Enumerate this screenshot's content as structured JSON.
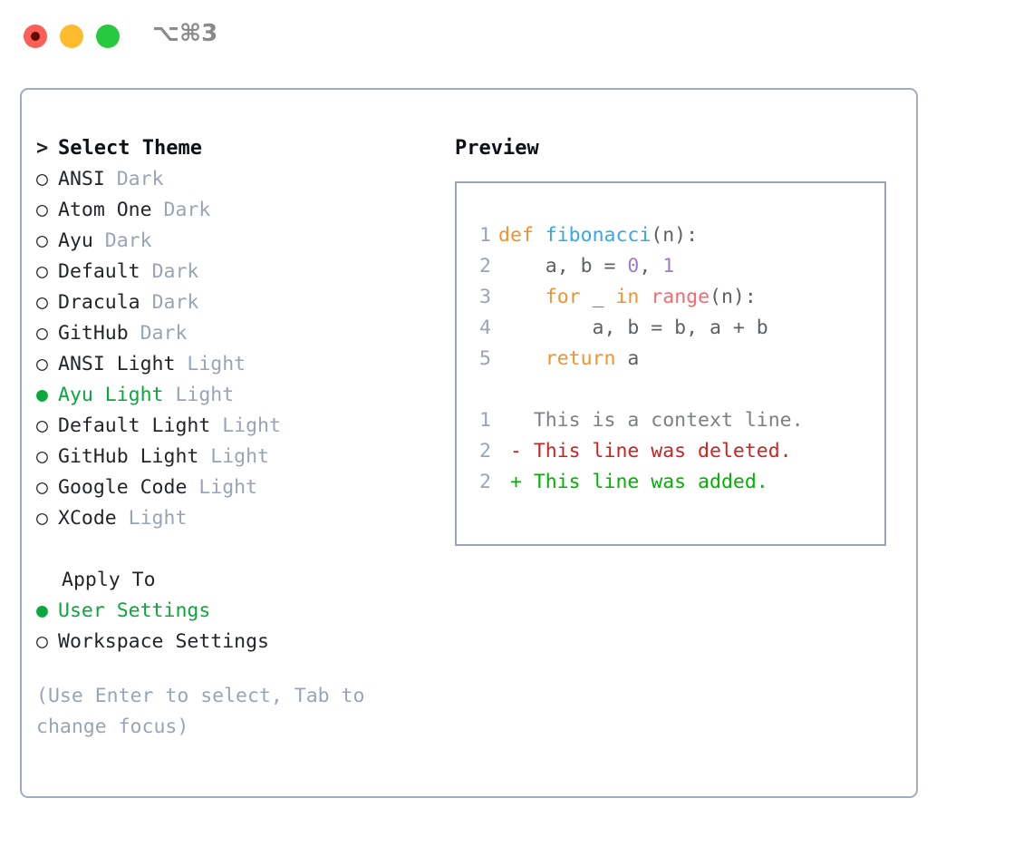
{
  "window": {
    "shortcut": "⌥⌘3",
    "traffic_lights": [
      {
        "name": "close",
        "color": "#fc5f57"
      },
      {
        "name": "minimize",
        "color": "#fdbc2e"
      },
      {
        "name": "maximize",
        "color": "#26c940"
      }
    ]
  },
  "theme_picker": {
    "header_prefix": ">",
    "header": "Select Theme",
    "unselected_marker": "○",
    "selected_marker": "●",
    "accent_color": "#0aa83c",
    "muted_color": "#9aa4b4",
    "items": [
      {
        "name": "ANSI",
        "mode": "Dark",
        "selected": false
      },
      {
        "name": "Atom One",
        "mode": "Dark",
        "selected": false
      },
      {
        "name": "Ayu",
        "mode": "Dark",
        "selected": false
      },
      {
        "name": "Default",
        "mode": "Dark",
        "selected": false
      },
      {
        "name": "Dracula",
        "mode": "Dark",
        "selected": false
      },
      {
        "name": "GitHub",
        "mode": "Dark",
        "selected": false
      },
      {
        "name": "ANSI Light",
        "mode": "Light",
        "selected": false
      },
      {
        "name": "Ayu Light",
        "mode": "Light",
        "selected": true
      },
      {
        "name": "Default Light",
        "mode": "Light",
        "selected": false
      },
      {
        "name": "GitHub Light",
        "mode": "Light",
        "selected": false
      },
      {
        "name": "Google Code",
        "mode": "Light",
        "selected": false
      },
      {
        "name": "XCode",
        "mode": "Light",
        "selected": false
      }
    ]
  },
  "apply_to": {
    "label": "Apply To",
    "options": [
      {
        "name": "User Settings",
        "selected": true
      },
      {
        "name": "Workspace Settings",
        "selected": false
      }
    ]
  },
  "hint": "(Use Enter to select, Tab to change focus)",
  "preview": {
    "title": "Preview",
    "code_lines": [
      {
        "num": "1",
        "tokens": [
          {
            "t": "def",
            "c": "kw"
          },
          {
            "t": " ",
            "c": ""
          },
          {
            "t": "fibonacci",
            "c": "fn"
          },
          {
            "t": "(n):",
            "c": ""
          }
        ]
      },
      {
        "num": "2",
        "tokens": [
          {
            "t": "    a, b = ",
            "c": ""
          },
          {
            "t": "0",
            "c": "num"
          },
          {
            "t": ", ",
            "c": ""
          },
          {
            "t": "1",
            "c": "num"
          }
        ]
      },
      {
        "num": "3",
        "tokens": [
          {
            "t": "    ",
            "c": ""
          },
          {
            "t": "for",
            "c": "kw"
          },
          {
            "t": " _ ",
            "c": ""
          },
          {
            "t": "in",
            "c": "kw"
          },
          {
            "t": " ",
            "c": ""
          },
          {
            "t": "range",
            "c": "blt"
          },
          {
            "t": "(n):",
            "c": ""
          }
        ]
      },
      {
        "num": "4",
        "tokens": [
          {
            "t": "        a, b = b, a + b",
            "c": ""
          }
        ]
      },
      {
        "num": "5",
        "tokens": [
          {
            "t": "    ",
            "c": ""
          },
          {
            "t": "return",
            "c": "kw"
          },
          {
            "t": " a",
            "c": ""
          }
        ]
      }
    ],
    "diff_lines": [
      {
        "num": "1",
        "tokens": [
          {
            "t": "   This is a context line.",
            "c": "ctx"
          }
        ]
      },
      {
        "num": "2",
        "tokens": [
          {
            "t": " - This line was deleted.",
            "c": "del"
          }
        ]
      },
      {
        "num": "2",
        "tokens": [
          {
            "t": " + This line was added.",
            "c": "add"
          }
        ]
      }
    ],
    "syntax_colors": {
      "keyword": "#f2922d",
      "function": "#34a8e8",
      "number": "#a37acc",
      "builtin": "#f8696b",
      "text": "#5c6166",
      "line_number": "#9aa4b4",
      "diff_context": "#7b7f86",
      "diff_deleted": "#cc2222",
      "diff_added": "#00b300"
    }
  }
}
